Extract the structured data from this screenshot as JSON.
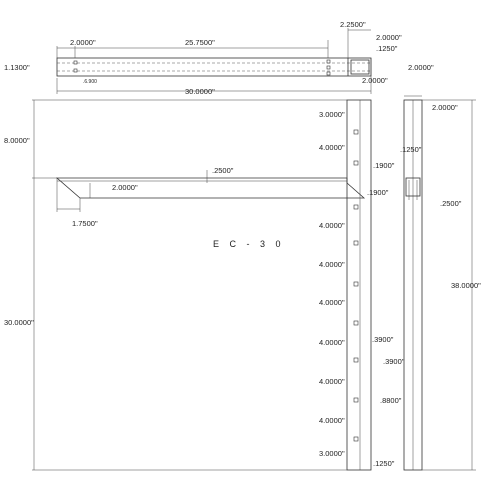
{
  "title": "E C - 3 0",
  "top_view": {
    "dim_left_offset": "2.0000\"",
    "dim_hole_span": "25.7500\"",
    "dim_end_offset": "2.2500\"",
    "dim_end_right_top": "2.0000\"",
    "dim_tab": ".1250\"",
    "dim_height_left": "1.1300\"",
    "dim_height_right": "2.0000\"",
    "dim_end_right_bottom": "2.0000\"",
    "dim_small_hole": ".6.900",
    "dim_overall": "30.0000\""
  },
  "front_view": {
    "dim_top_height": "8.0000\"",
    "dim_overall_height": "30.0000\"",
    "dim_arm_thickness": ".2500\"",
    "dim_arm_depth": "2.0000\"",
    "dim_arm_chamfer": "1.7500\"",
    "hole_spacing": [
      "3.0000\"",
      "4.0000\"",
      "4.0000\"",
      "4.0000\"",
      "4.0000\"",
      "4.0000\"",
      "4.0000\"",
      "4.0000\"",
      "3.0000\""
    ],
    "dim_hole_offset": ".1900\"",
    "dim_hole_offset_2": ".1900\"",
    "dim_hole_w": ".3900\"",
    "dim_hole_h": ".3900\"",
    "dim_slot": ".8800\"",
    "dim_bottom": ".1250\""
  },
  "side_view": {
    "dim_width": "2.0000\"",
    "dim_tab": ".1250\"",
    "dim_thickness": ".2500\"",
    "dim_height": "38.0000\""
  }
}
